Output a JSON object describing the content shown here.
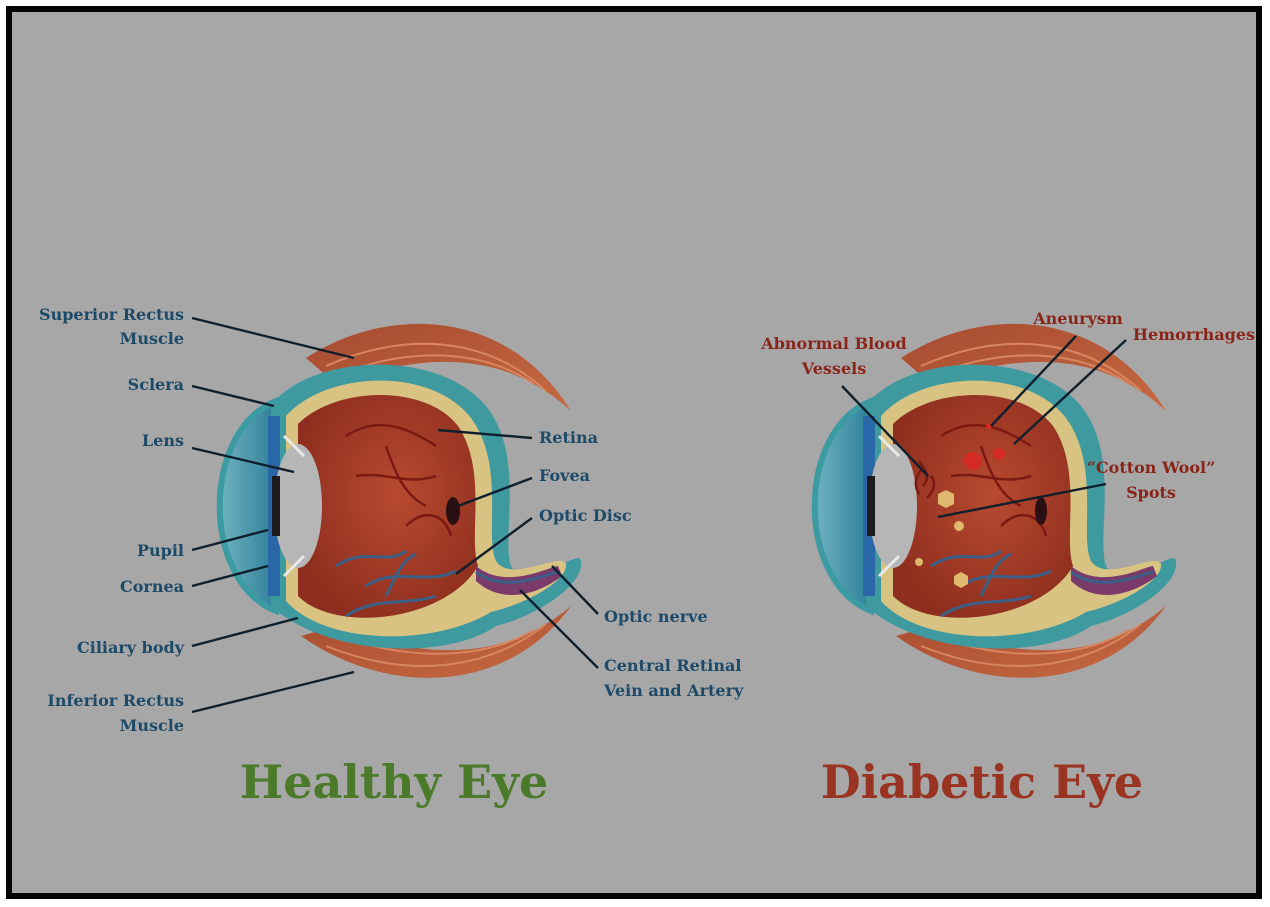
{
  "healthy": {
    "title": "Healthy Eye",
    "labels": {
      "superior_rectus": [
        "Superior Rectus",
        "Muscle"
      ],
      "sclera": "Sclera",
      "lens": "Lens",
      "pupil": "Pupil",
      "cornea": "Cornea",
      "ciliary_body": "Ciliary body",
      "inferior_rectus": [
        "Inferior Rectus",
        "Muscle"
      ],
      "retina": "Retina",
      "fovea": "Fovea",
      "optic_disc": "Optic Disc",
      "optic_nerve": "Optic nerve",
      "central_retinal": [
        "Central Retinal",
        "Vein and Artery"
      ]
    }
  },
  "diabetic": {
    "title": "Diabetic Eye",
    "labels": {
      "abnormal_vessels": [
        "Abnormal Blood",
        "Vessels"
      ],
      "aneurysm": "Aneurysm",
      "hemorrhages": "Hemorrhages",
      "cotton_wool": [
        "“Cotton Wool”",
        "Spots"
      ]
    }
  },
  "colors": {
    "background": "#a7a7a7",
    "label_blue": "#1d4a68",
    "label_red": "#8a2418",
    "title_green": "#4a7a2a",
    "title_red": "#9a3422",
    "muscle": "#c25a3a",
    "sclera": "#3f9aa0",
    "retina": "#d8c383",
    "eyeball": "#a83a26",
    "vessel": "#3b5f86",
    "lens": "#b6b6b6"
  }
}
